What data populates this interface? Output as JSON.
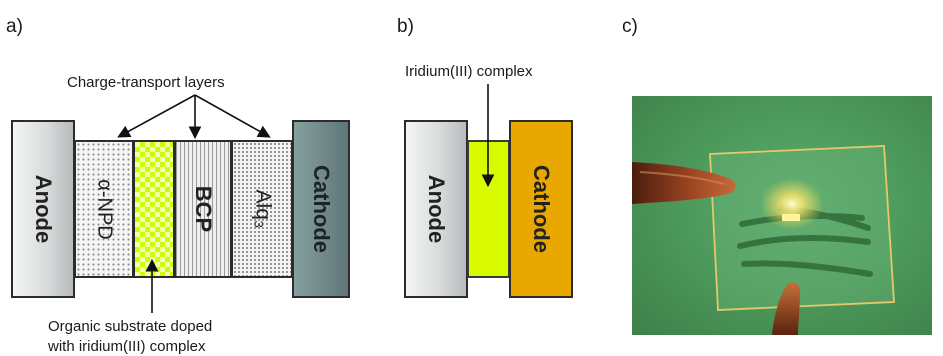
{
  "panels": {
    "a": "a)",
    "b": "b)",
    "c": "c)"
  },
  "diagram_a": {
    "top_annotation": "Charge-transport layers",
    "bottom_annotation_line1": "Organic substrate doped",
    "bottom_annotation_line2": "with iridium(III) complex",
    "layers": {
      "anode": "Anode",
      "npd": "α-NPD",
      "bcp": "BCP",
      "alq": "Alq₃",
      "cathode": "Cathode"
    }
  },
  "diagram_b": {
    "annotation": "Iridium(III) complex",
    "layers": {
      "anode": "Anode",
      "cathode": "Cathode"
    }
  },
  "colors": {
    "dopant_layer": "#d9fb00",
    "cathode_b": "#e8a800",
    "cathode_a": "#6b8383",
    "photo_background": "#4e9b5d"
  }
}
